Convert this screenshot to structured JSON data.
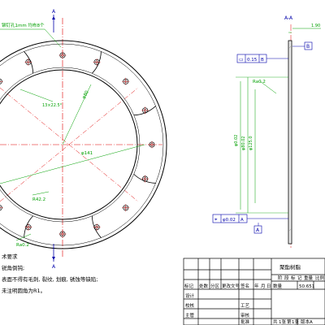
{
  "colors": {
    "outline": "#000000",
    "dimension": "#00a000",
    "centerline": "#e00000",
    "datum": "#0000cc",
    "hatch": "#808080"
  },
  "view_front": {
    "section_mark_top": "A",
    "section_mark_bottom": "A",
    "hole_note": "铆钉孔1mm 均布8个",
    "angle_label": "13×22.5°",
    "radius_outer": "R42",
    "radius_label_1": "R42.2",
    "radius_label_2": "Ra0.2",
    "dia_label": "φ141",
    "dia_label_small": "φ80"
  },
  "view_section": {
    "title": "A-A",
    "thickness": "1.90",
    "datum_b": "B",
    "datum_a": "A",
    "flatness_symbol": "▭",
    "flatness_value": "0.15",
    "flatness_ref": "B",
    "dia_label_1": "φ0.02",
    "dia_label_2": "φ80.02",
    "dia_label_3": "φ125.0",
    "radius_label": "Ra0.2",
    "position_tol": "φ0.02",
    "position_ref": "A"
  },
  "tech_notes": {
    "title": "术要求",
    "line1": "锐角倒钝;",
    "line2": "表面不得有毛刺, 裂纹, 划痕, 锈蚀等缺陷;",
    "line3": "未注明圆角为R1。"
  },
  "title_block": {
    "part_name": "聚酯树脂",
    "hdr_mark": "标记",
    "hdr_count": "处数",
    "hdr_zone": "分区",
    "hdr_change": "更改文号",
    "hdr_sign": "签名",
    "hdr_date": "年",
    "hdr_month": "月",
    "hdr_day": "日",
    "row_design": "设计",
    "row_check": "校核",
    "row_supervise": "主管",
    "row_process": "工艺",
    "row_review": "审核",
    "row_approve": "批准",
    "stage": "阶",
    "stage_mark": "段",
    "marking": "标",
    "marking2": "记",
    "weight": "重量",
    "scale": "比例",
    "quantity": "数量",
    "weight_value": "50.651",
    "sheet_text": "共",
    "sheet_total": "1张",
    "sheet_no": "第",
    "sheet_curr": "1张",
    "version": "版本A"
  }
}
